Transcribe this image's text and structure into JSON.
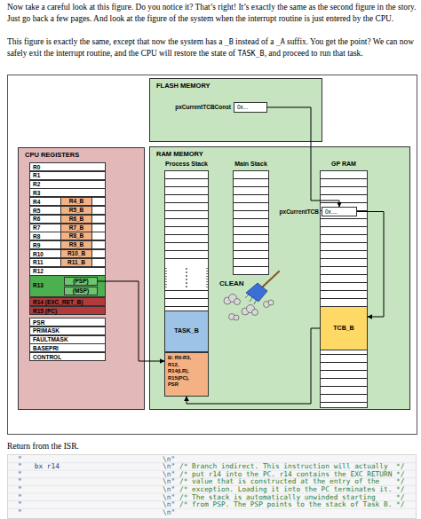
{
  "diagram": {
    "nodes": [
      {
        "text": [
          "FLASH MEMORY"
        ]
      },
      {
        "text": [
          "pxCurrentTCBConst",
          "0x..."
        ],
        "in": 0
      },
      {
        "text": [
          "CPU REGISTERS"
        ]
      },
      {
        "text": [
          "R0"
        ],
        "in": 2
      },
      {
        "text": [
          "R1"
        ],
        "in": 2
      },
      {
        "text": [
          "R2"
        ],
        "in": 2
      },
      {
        "text": [
          "R3"
        ],
        "in": 2
      },
      {
        "text": [
          "R4"
        ],
        "in": 2
      },
      {
        "text": [
          "R4_B"
        ],
        "in": 7
      },
      {
        "text": [
          "R5"
        ],
        "in": 2
      },
      {
        "text": [
          "R5_B"
        ],
        "in": 9
      },
      {
        "text": [
          "R6"
        ],
        "in": 2
      },
      {
        "text": [
          "R6_B"
        ],
        "in": 11
      },
      {
        "text": [
          "R7"
        ],
        "in": 2
      },
      {
        "text": [
          "R7_B"
        ],
        "in": 13
      },
      {
        "text": [
          "R8"
        ],
        "in": 2
      },
      {
        "text": [
          "R8_B"
        ],
        "in": 15
      },
      {
        "text": [
          "R9"
        ],
        "in": 2
      },
      {
        "text": [
          "R9_B"
        ],
        "in": 17
      },
      {
        "text": [
          "R10"
        ],
        "in": 2
      },
      {
        "text": [
          "R10_B"
        ],
        "in": 19
      },
      {
        "text": [
          "R11"
        ],
        "in": 2
      },
      {
        "text": [
          "R11_B"
        ],
        "in": 21
      },
      {
        "text": [
          "R12"
        ],
        "in": 2
      },
      {
        "text": [
          "R13"
        ],
        "in": 2
      },
      {
        "text": [
          "(PSP)"
        ],
        "in": 24
      },
      {
        "text": [
          "(MSP)"
        ],
        "in": 24
      },
      {
        "text": [
          "R14 (EXC_RET_B)"
        ],
        "in": 2
      },
      {
        "text": [
          "R15 (PC)"
        ],
        "in": 2
      },
      {
        "text": [
          "PSR"
        ],
        "in": 2
      },
      {
        "text": [
          "PRIMASK"
        ],
        "in": 2
      },
      {
        "text": [
          "FAULTMASK"
        ],
        "in": 2
      },
      {
        "text": [
          "BASEPRI"
        ],
        "in": 2
      },
      {
        "text": [
          "CONTROL"
        ],
        "in": 2
      },
      {
        "text": [
          "RAM MEMORY"
        ]
      },
      {
        "text": [
          "Process Stack"
        ],
        "in": 34
      },
      {
        "text": [
          "TASK_B"
        ],
        "in": 35
      },
      {
        "text": [
          "B: R0-R3, R12, R14(LR), R15(PC), PSR"
        ],
        "in": 35
      },
      {
        "text": [
          "Main Stack"
        ],
        "in": 34
      },
      {
        "text": [
          "GP RAM"
        ],
        "in": 34
      },
      {
        "text": [
          "pxCurrentTCB",
          "0x...."
        ],
        "in": 39
      },
      {
        "text": [
          "TCB_B"
        ],
        "in": 39
      }
    ],
    "edges": [
      {
        "from": 1,
        "to": 40,
        "arrow": "to"
      },
      {
        "from": 40,
        "to": 41,
        "arrow": "to"
      },
      {
        "from": 41,
        "to": 37,
        "arrow": "to"
      },
      {
        "from": 25,
        "to": 37,
        "arrow": "to"
      }
    ],
    "labels": [
      "Now take a careful look at this figure. Do you notice it? That’s right! It’s exactly the same as the second figure in the story. Just go back a few pages. And look at the figure of the system when the interrupt routine is just entered by the CPU.",
      "This figure is exactly the same, except that now the system has a",
      "_B",
      "instead of a",
      "_A",
      "suffix. You get the point? We can now safely exit the interrupt routine, and the CPU will restore the state of",
      "TASK_B",
      ", and proceed to run that task.",
      "CLEAN",
      "Return from the ISR.",
      "\"",
      "\\n\"",
      "\"   bx r14",
      "\\n\"",
      "/* Branch indirect. This instruction will actually  */",
      "\"",
      "\\n\"",
      "/* put r14 into the PC. r14 contains the EXC RETURN */",
      "\"",
      "\\n\"",
      "/* value that is constructed at the entry of the    */",
      "\"",
      "\\n\"",
      "/* exception. Loading it into the PC terminates it. */",
      "\"",
      "\\n\"",
      "/* The stack is automatically unwinded starting     */",
      "\"",
      "\\n\"",
      "/* from PSP. The PSP points to the stack of Task B. */",
      "\"",
      "\\n\""
    ]
  }
}
